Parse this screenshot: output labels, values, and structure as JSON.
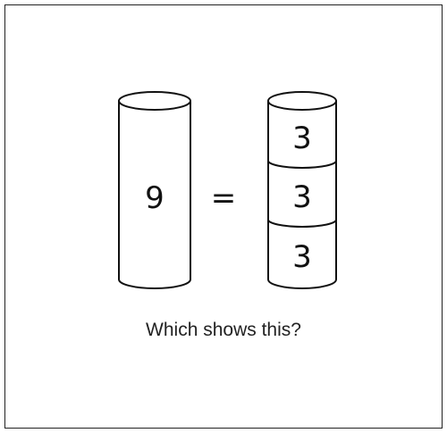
{
  "diagram": {
    "whole": {
      "value": "9"
    },
    "equals_sign": "=",
    "parts": [
      {
        "value": "3"
      },
      {
        "value": "3"
      },
      {
        "value": "3"
      }
    ]
  },
  "question": "Which shows this?",
  "colors": {
    "stroke": "#111111",
    "fill": "#ffffff",
    "text": "#222222"
  }
}
